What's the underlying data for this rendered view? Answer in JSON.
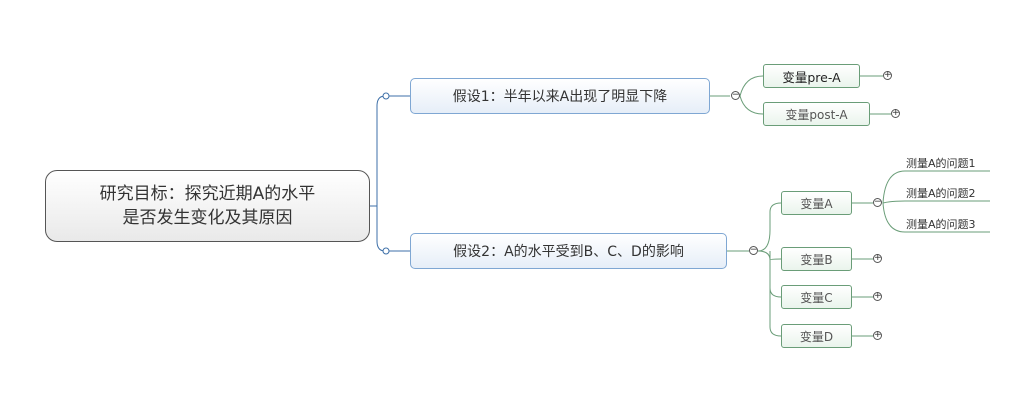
{
  "root": {
    "line1": "研究目标：探究近期A的水平",
    "line2": "是否发生变化及其原因"
  },
  "hypotheses": [
    {
      "label": "假设1：半年以来A出现了明显下降",
      "variables": [
        {
          "label": "变量pre-A"
        },
        {
          "label": "变量post-A"
        }
      ]
    },
    {
      "label": "假设2：A的水平受到B、C、D的影响",
      "variables": [
        {
          "label": "变量A",
          "questions": [
            "测量A的问题1",
            "测量A的问题2",
            "测量A的问题3"
          ]
        },
        {
          "label": "变量B"
        },
        {
          "label": "变量C"
        },
        {
          "label": "变量D"
        }
      ]
    }
  ],
  "toggle_symbols": {
    "collapse": "−",
    "expand": "+"
  }
}
